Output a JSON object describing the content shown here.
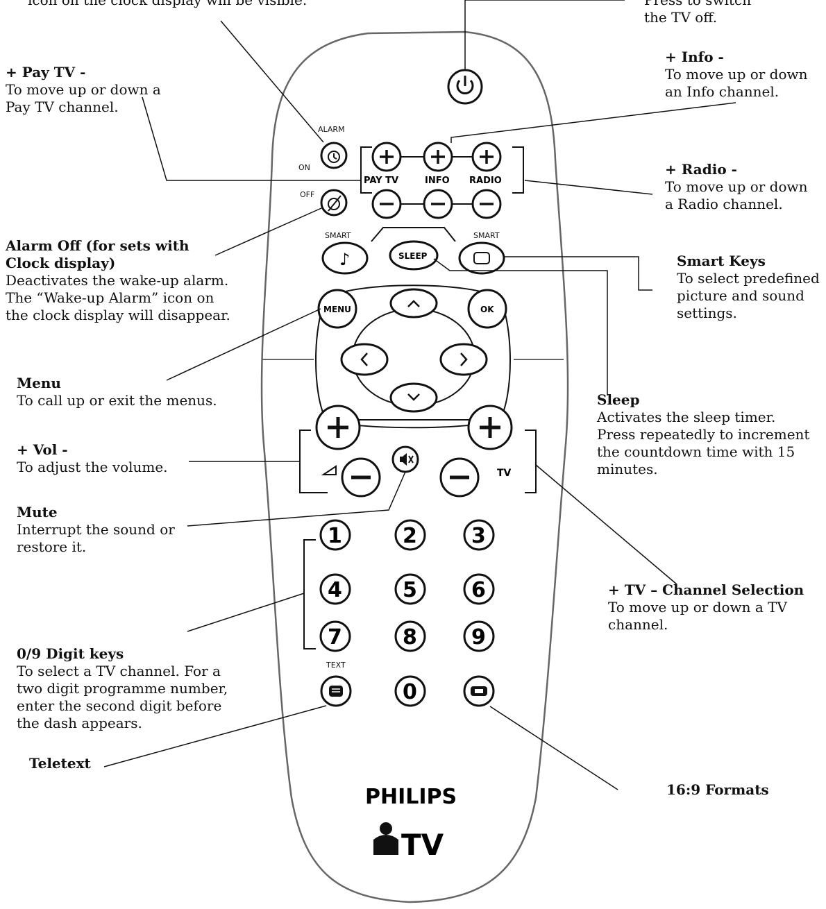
{
  "remote": {
    "brand": "PHILIPS",
    "sub_brand": "TV",
    "labels": {
      "alarm": "ALARM",
      "on": "ON",
      "off": "OFF",
      "pay_tv": "PAY TV",
      "info": "INFO",
      "radio": "RADIO",
      "smart_left": "SMART",
      "smart_right": "SMART",
      "sleep": "SLEEP",
      "menu": "MENU",
      "ok": "OK",
      "tv": "TV",
      "text": "TEXT",
      "plus": "+",
      "minus": "−"
    },
    "digits": [
      "1",
      "2",
      "3",
      "4",
      "5",
      "6",
      "7",
      "8",
      "9",
      "0"
    ]
  },
  "annotations": {
    "top_left_fragment": "icon on the clock display will be visible.",
    "power": {
      "desc1": "Press to switch",
      "desc2": "the TV off."
    },
    "info": {
      "title": "+ Info -",
      "desc1": "To move up or down",
      "desc2": "an Info channel."
    },
    "pay_tv": {
      "title": "+ Pay TV -",
      "desc1": "To move up or down a",
      "desc2": "Pay TV channel."
    },
    "radio": {
      "title": "+ Radio -",
      "desc1": "To move up or down",
      "desc2": "a Radio channel."
    },
    "alarm_off": {
      "title1": "Alarm Off (for sets with",
      "title2": "Clock display)",
      "desc1": "Deactivates the wake-up alarm.",
      "desc2": "The “Wake-up Alarm” icon on",
      "desc3": "the clock display will disappear."
    },
    "smart_keys": {
      "title": "Smart Keys",
      "desc1": "To select predefined",
      "desc2": "picture and sound",
      "desc3": "settings."
    },
    "menu": {
      "title": "Menu",
      "desc1": "To call up or exit the menus."
    },
    "sleep": {
      "title": "Sleep",
      "desc1": "Activates the sleep timer.",
      "desc2": "Press repeatedly to increment",
      "desc3": "the countdown time with 15",
      "desc4": "minutes."
    },
    "vol": {
      "title": "+ Vol -",
      "desc1": "To adjust the volume."
    },
    "mute": {
      "title": "Mute",
      "desc1": "Interrupt the sound or",
      "desc2": "restore it."
    },
    "tv_channel": {
      "title": "+ TV – Channel Selection",
      "desc1": "To move up or down a TV",
      "desc2": "channel."
    },
    "digit_keys": {
      "title": "0/9 Digit keys",
      "desc1": "To select a TV channel. For a",
      "desc2": "two digit programme number,",
      "desc3": "enter the second digit before",
      "desc4": "the dash appears."
    },
    "teletext": {
      "title": "Teletext"
    },
    "formats": {
      "title": "16:9 Formats"
    }
  }
}
